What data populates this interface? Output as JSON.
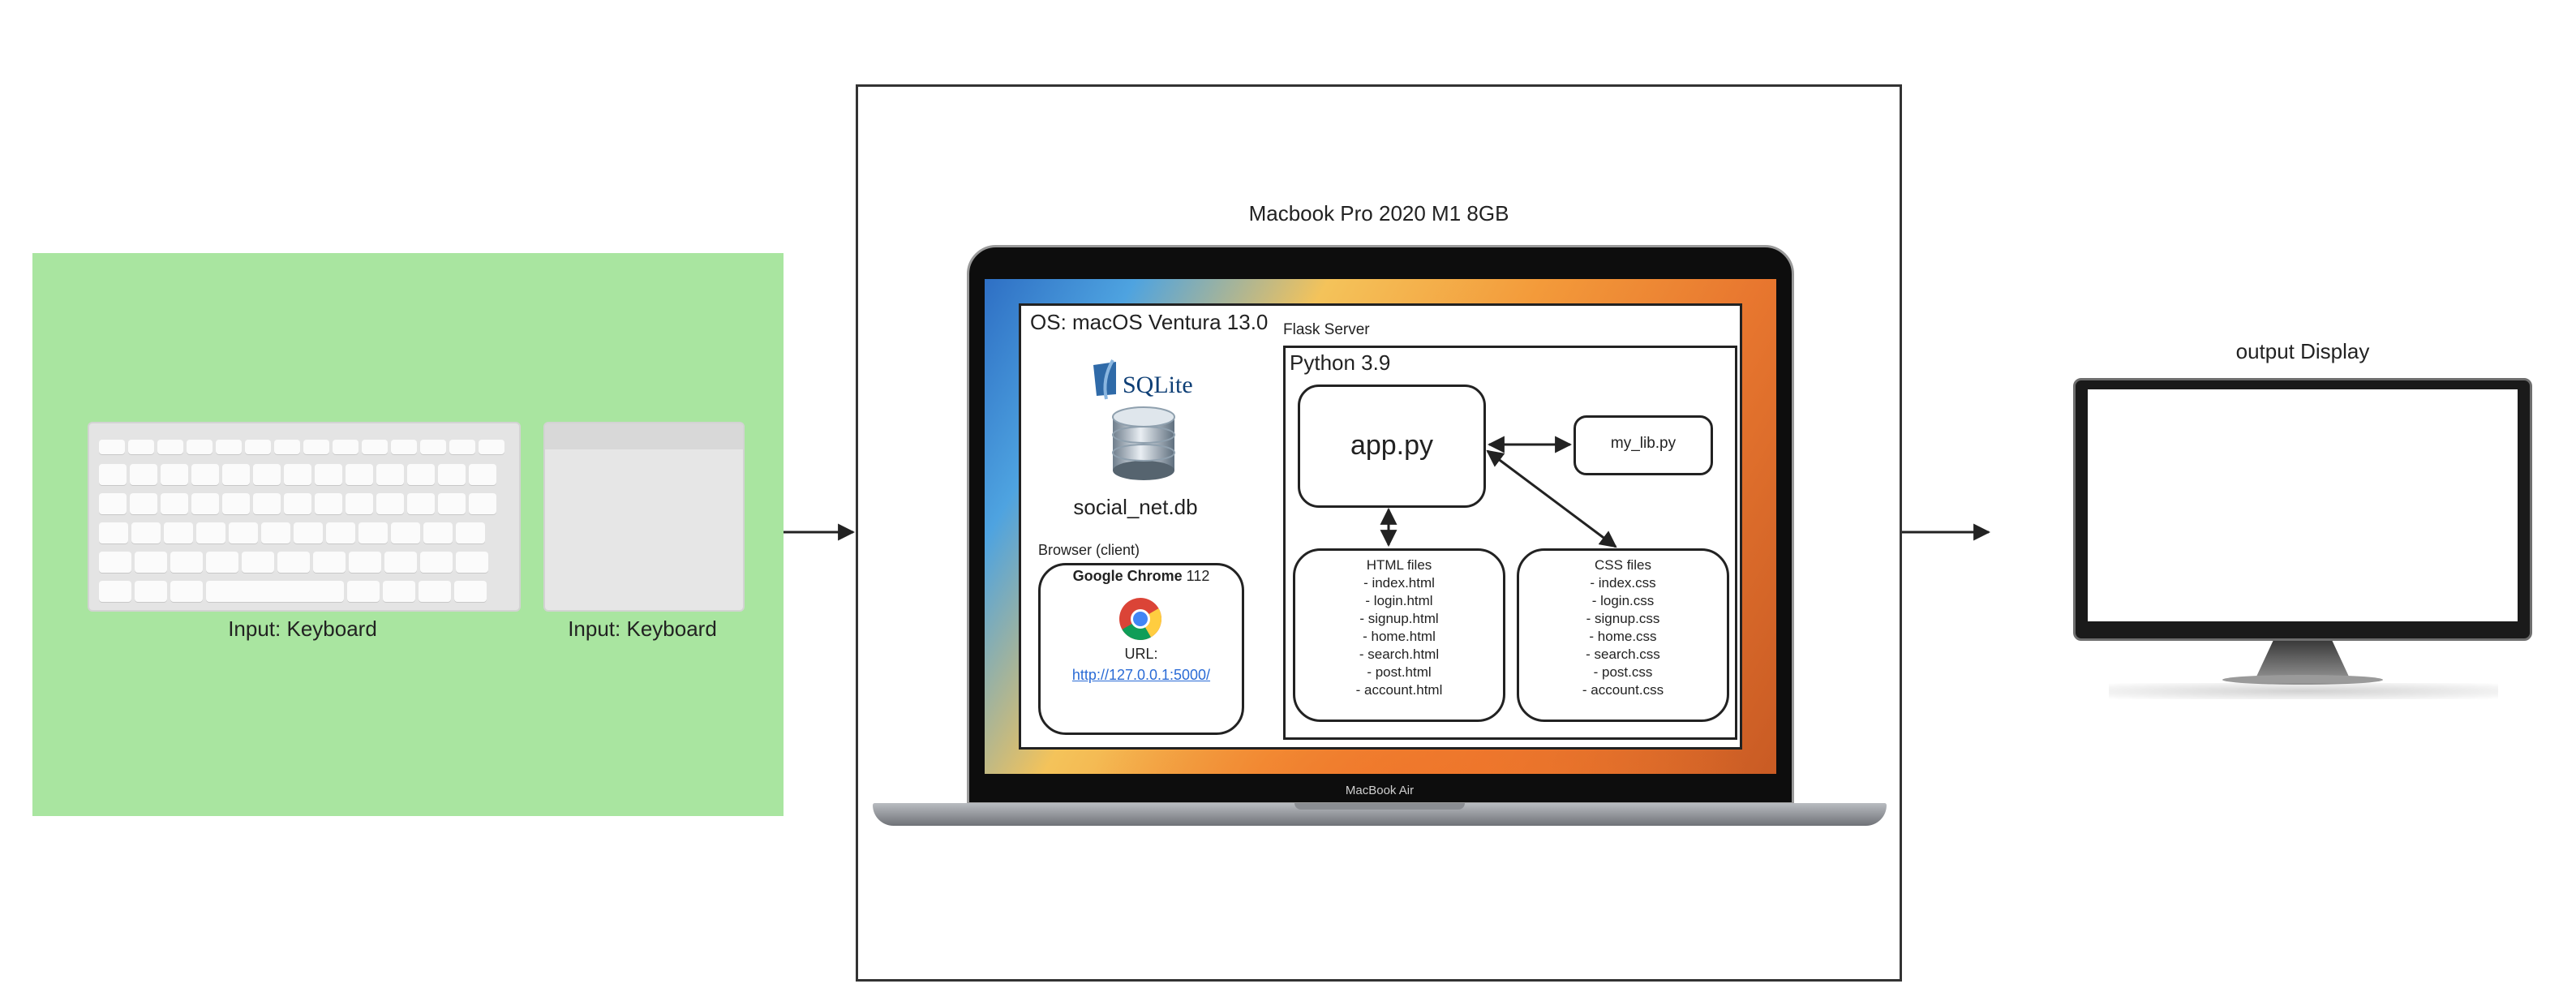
{
  "input": {
    "keyboard_label": "Input: Keyboard",
    "trackpad_label": "Input: Keyboard",
    "panel_color": "#a9e5a0"
  },
  "computer": {
    "title": "Macbook Pro 2020 M1 8GB",
    "chin_label": "MacBook Air",
    "os": {
      "title": "OS: macOS Ventura 13.0",
      "database": {
        "logo_text": "SQLite",
        "filename": "social_net.db"
      },
      "browser": {
        "section_label": "Browser (client)",
        "name": "Google Chrome",
        "version": "112",
        "url_label": "URL:",
        "url": "http://127.0.0.1:5000/"
      },
      "server": {
        "label": "Flask Server",
        "runtime": "Python 3.9",
        "app": "app.py",
        "lib": "my_lib.py",
        "html": {
          "title": "HTML files",
          "files": [
            "- index.html",
            "- login.html",
            "- signup.html",
            "- home.html",
            "- search.html",
            "- post.html",
            "- account.html"
          ]
        },
        "css": {
          "title": "CSS files",
          "files": [
            "- index.css",
            "- login.css",
            "- signup.css",
            "- home.css",
            "- search.css",
            "- post.css",
            "- account.css"
          ]
        }
      }
    }
  },
  "output": {
    "label": "output Display"
  },
  "colors": {
    "link": "#2a6bd6",
    "stroke": "#222222"
  }
}
